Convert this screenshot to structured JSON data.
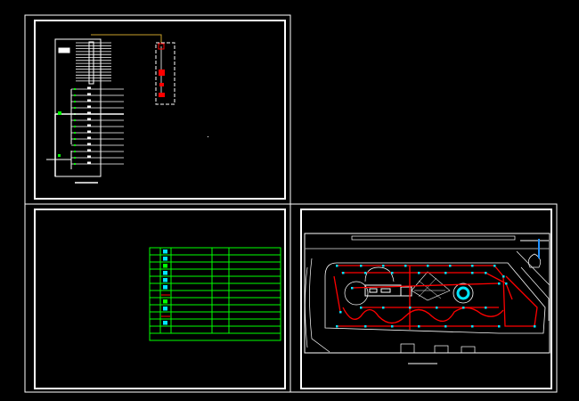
{
  "drawing": {
    "background": "#000000",
    "colors": {
      "frame": "#ffffff",
      "table": "#00ff00",
      "symbol": "#00e5ff",
      "cable": "#ff0000",
      "feeder": "#c8a02a"
    },
    "sheets": [
      {
        "id": "system-diagram"
      },
      {
        "id": "legend-table",
        "rows": 11
      },
      {
        "id": "site-plan"
      }
    ],
    "legend_icons": [
      "lamp-icon",
      "square-lamp-icon",
      "ground-lamp-icon",
      "wall-lamp-icon",
      "flood-lamp-icon",
      "underwater-lamp-icon",
      "cable-red-icon",
      "cable-green-icon",
      "box-icon",
      "line-red-icon",
      "panel-icon"
    ]
  }
}
